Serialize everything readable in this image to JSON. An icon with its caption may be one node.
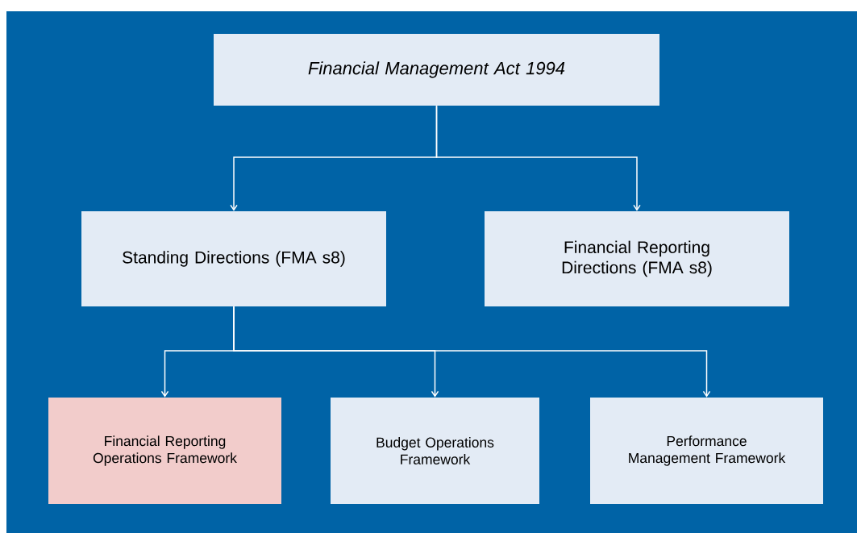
{
  "diagram": {
    "nodes": [
      {
        "text": [
          "Financial Management Act 1994"
        ]
      },
      {
        "text": [
          "Standing Directions (FMA s8)"
        ]
      },
      {
        "text": [
          "Financial Reporting Directions (FMA s8)"
        ]
      },
      {
        "text": [
          "Financial Reporting Operations Framework"
        ]
      },
      {
        "text": [
          "Budget Operations Framework"
        ]
      },
      {
        "text": [
          "Performance Management Framework"
        ]
      }
    ],
    "edges": [
      {
        "from": 0,
        "to": 1,
        "arrow": "to"
      },
      {
        "from": 0,
        "to": 2,
        "arrow": "to"
      },
      {
        "from": 1,
        "to": 3,
        "arrow": "to"
      },
      {
        "from": 1,
        "to": 4,
        "arrow": "to"
      },
      {
        "from": 1,
        "to": 5,
        "arrow": "to"
      }
    ]
  }
}
